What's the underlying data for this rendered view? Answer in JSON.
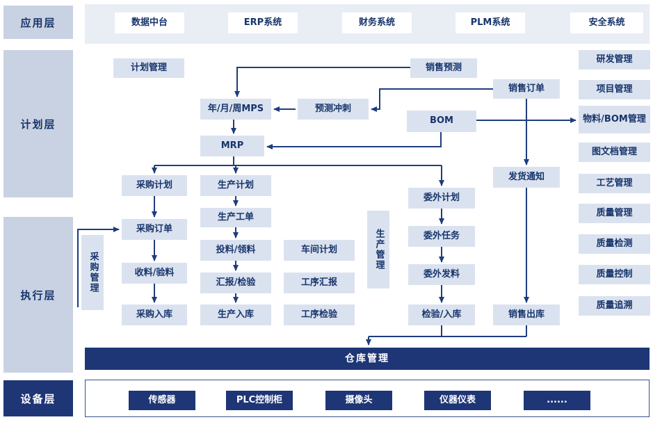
{
  "layers": {
    "application": "应用层",
    "planning": "计划层",
    "execution": "执行层",
    "device": "设备层"
  },
  "application_systems": [
    "数据中台",
    "ERP系统",
    "财务系统",
    "PLM系统",
    "安全系统"
  ],
  "planning_nodes": {
    "plan_mgmt": "计划管理",
    "sales_forecast": "销售预测",
    "sales_order": "销售订单",
    "mps": "年/月/周MPS",
    "forecast_check": "预测冲刺",
    "bom": "BOM",
    "mrp": "MRP",
    "purchase_plan": "采购计划",
    "production_plan": "生产计划",
    "outsourcing_plan": "委外计划",
    "delivery_notice": "发货通知"
  },
  "execution_nodes": {
    "purchase_mgmt": "采购管理",
    "purchase_order": "采购订单",
    "receive_inspect": "收料/验料",
    "purchase_inbound": "采购入库",
    "production_order": "生产工单",
    "material_issue": "投料/领料",
    "report_inspect": "汇报/检验",
    "production_inbound": "生产入库",
    "workshop_plan": "车间计划",
    "process_report": "工序汇报",
    "process_inspect": "工序检验",
    "production_mgmt": "生产管理",
    "outsourcing_task": "委外任务",
    "outsourcing_issue": "委外发料",
    "inspect_inbound": "检验/入库",
    "sales_outbound": "销售出库"
  },
  "warehouse": "仓库管理",
  "right_modules": [
    "研发管理",
    "项目管理",
    "物料/BOM管理",
    "图文档管理",
    "工艺管理",
    "质量管理",
    "质量检测",
    "质量控制",
    "质量追溯"
  ],
  "devices": [
    "传感器",
    "PLC控制柜",
    "摄像头",
    "仪器仪表",
    "......"
  ],
  "colors": {
    "navy": "#1e3576",
    "box_bg": "#dbe2ef",
    "layer_bg": "#c9d2e2",
    "panel_bg": "#e9edf4",
    "arrow": "#1f3d7d",
    "text": "#17356b"
  }
}
